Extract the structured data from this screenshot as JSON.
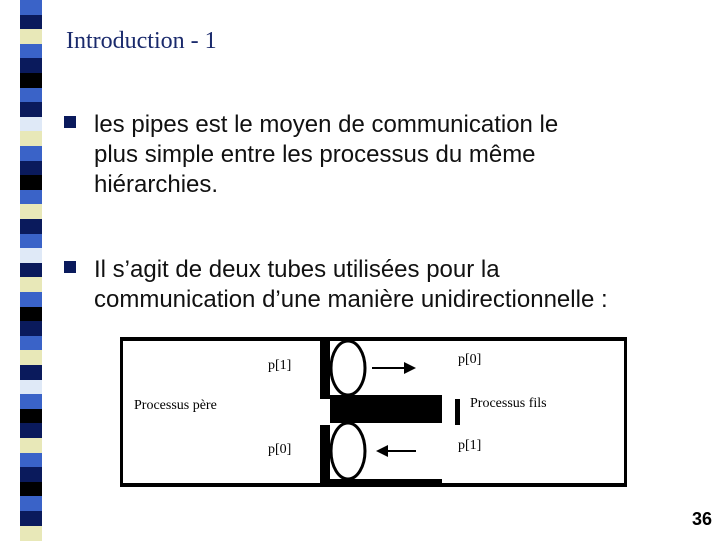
{
  "slide": {
    "title": "Introduction - 1",
    "bullets": [
      {
        "text": " les  pipes est le moyen de communication le\nplus simple entre les processus du même\nhiérarchies."
      },
      {
        "text": "Il s’agit de deux tubes utilisées pour la\ncommunication d’une manière unidirectionnelle :"
      }
    ],
    "page_number": "36"
  },
  "diagram": {
    "parent_label": "Processus père",
    "child_label": "Processus fils",
    "top_left_label": "p[1]",
    "top_right_label": "p[0]",
    "bottom_left_label": "p[0]",
    "bottom_right_label": "p[1]",
    "top_arrow_direction": "right",
    "bottom_arrow_direction": "left"
  },
  "colors": {
    "title": "#1a2a6c",
    "bullet_marker": "#0a1a5c",
    "strip_palette": [
      "#0a1a5c",
      "#3a63c8",
      "#e8e8b8",
      "#000000",
      "#dfe9f7"
    ]
  }
}
